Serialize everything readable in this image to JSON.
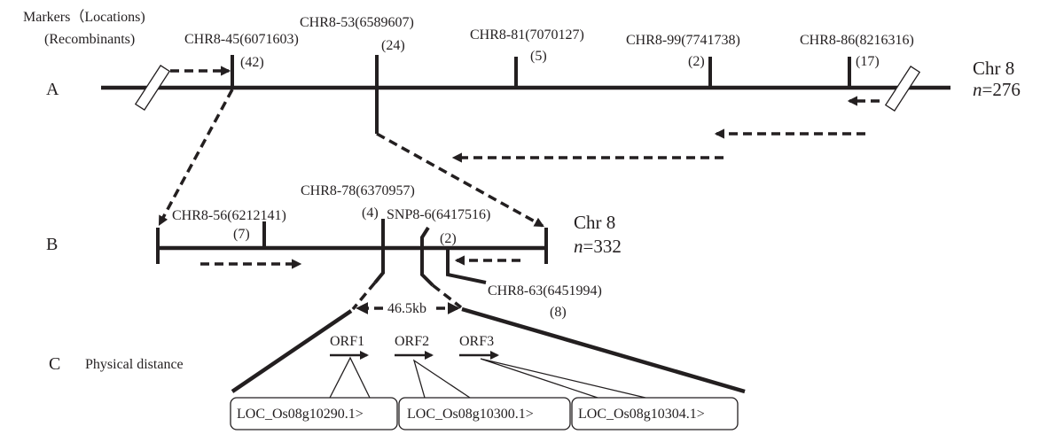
{
  "legend": {
    "markers_label": "Markers（Locations)",
    "recombinants_label": "(Recombinants)"
  },
  "rows": {
    "A": {
      "letter": "A",
      "chr": "Chr 8",
      "n_prefix": "n",
      "n_value": "=276"
    },
    "B": {
      "letter": "B",
      "chr": "Chr 8",
      "n_prefix": "n",
      "n_value": "=332"
    },
    "C": {
      "letter": "C",
      "title": "Physical distance"
    }
  },
  "markers_A": [
    {
      "name": "CHR8-45(6071603)",
      "recombinants": "(42)"
    },
    {
      "name": "CHR8-53(6589607)",
      "recombinants": "(24)"
    },
    {
      "name": "CHR8-81(7070127)",
      "recombinants": "(5)"
    },
    {
      "name": "CHR8-99(7741738)",
      "recombinants": "(2)"
    },
    {
      "name": "CHR8-86(8216316)",
      "recombinants": "(17)"
    }
  ],
  "markers_B": [
    {
      "name": "CHR8-56(6212141)",
      "recombinants": "(7)"
    },
    {
      "name": "CHR8-78(6370957)",
      "recombinants": "(4)"
    },
    {
      "name": "SNP8-6(6417516)",
      "recombinants": "(2)"
    },
    {
      "name": "CHR8-63(6451994)",
      "recombinants": "(8)"
    }
  ],
  "interval": {
    "label": "46.5kb"
  },
  "orfs": [
    {
      "name": "ORF1",
      "locus": "LOC_Os08g10290.1>"
    },
    {
      "name": "ORF2",
      "locus": "LOC_Os08g10300.1>"
    },
    {
      "name": "ORF3",
      "locus": "LOC_Os08g10304.1>"
    }
  ]
}
